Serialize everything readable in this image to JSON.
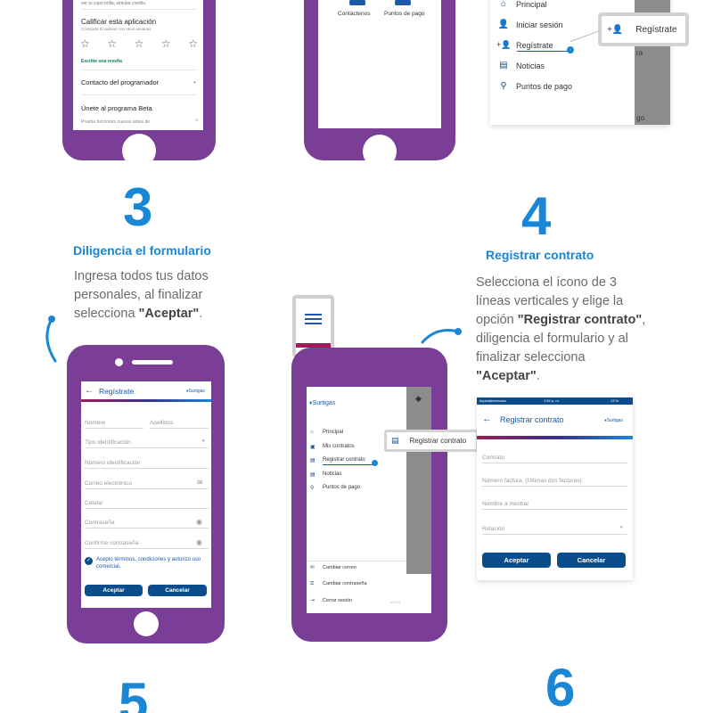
{
  "phone1": {
    "top_text": "ver tu cupo brilla, simular credito.",
    "rate_title": "Calificar esta aplicación",
    "rate_sub": "Comparte tu opinion con otros usuarios",
    "stars": [
      "☆",
      "☆",
      "☆",
      "☆",
      "☆"
    ],
    "write_review": "Escribe una reseña",
    "contact_dev": "Contacto del programador",
    "beta_title": "Únete al programa Beta",
    "beta_sub": "Prueba funciones nuevas antes de"
  },
  "phone2": {
    "items": [
      "Contáctenos",
      "Puntos de pago"
    ]
  },
  "menu_top": {
    "items": [
      "Principal",
      "Iniciar sesión",
      "Regístrate",
      "Noticias",
      "Puntos de pago"
    ],
    "callout": "Regístrate",
    "side_text": [
      "ra",
      "go"
    ]
  },
  "step3": {
    "number": "3",
    "title": "Diligencia el formulario",
    "desc_line1": "Ingresa todos tus datos",
    "desc_line2": "personales, al finalizar",
    "desc_pre": "selecciona ",
    "desc_bold": "\"Aceptar\"",
    "desc_post": "."
  },
  "step4": {
    "number": "4",
    "title": "Registrar contrato",
    "desc_line1": "Selecciona el ícono de 3",
    "desc_line2": "líneas verticales y elige la",
    "desc_pre2": "opción ",
    "desc_bold1": "\"Registrar contrato\"",
    "desc_post2": ",",
    "desc_line4": "diligencia el formulario  y al",
    "desc_line5": "finalizar selecciona",
    "desc_bold2": "\"Aceptar\"",
    "desc_post3": "."
  },
  "register_form": {
    "title": "Regístrate",
    "brand": "Surtigas",
    "fields": [
      "Nombre",
      "Apellidos",
      "Tipo identificación",
      "Número identificación",
      "Correo electrónico",
      "Celular",
      "Contraseña",
      "Confirme contraseña"
    ],
    "terms": "Acepto términos, condiciones y autorizo uso comercial.",
    "accept": "Aceptar",
    "cancel": "Cancelar"
  },
  "drawer": {
    "brand": "Surtigas",
    "items": [
      "Principal",
      "Mis contratos",
      "Registrar contrato",
      "Noticias",
      "Puntos de pago"
    ],
    "callout": "Registrar contrato",
    "bottom_items": [
      "Cambiar correo",
      "Cambiar contraseña",
      "Cerrar sesión"
    ],
    "version": "v1.0.0"
  },
  "contract_form": {
    "status_left": "#quedateencasa",
    "status_time": "1:54 p. m.",
    "status_right": "13 %",
    "title": "Registrar contrato",
    "brand": "Surtigas",
    "fields": [
      "Contrato",
      "Número factura. (Ultimas dos facturas)",
      "Nombre a mostrar",
      "Relación"
    ],
    "accept": "Aceptar",
    "cancel": "Cancelar"
  },
  "step5": {
    "number": "5"
  },
  "step6": {
    "number": "6"
  },
  "colors": {
    "purple": "#7a3e97",
    "accent_blue": "#1a86d6",
    "button_blue": "#0b4d8c",
    "magenta": "#9b1e5a"
  }
}
